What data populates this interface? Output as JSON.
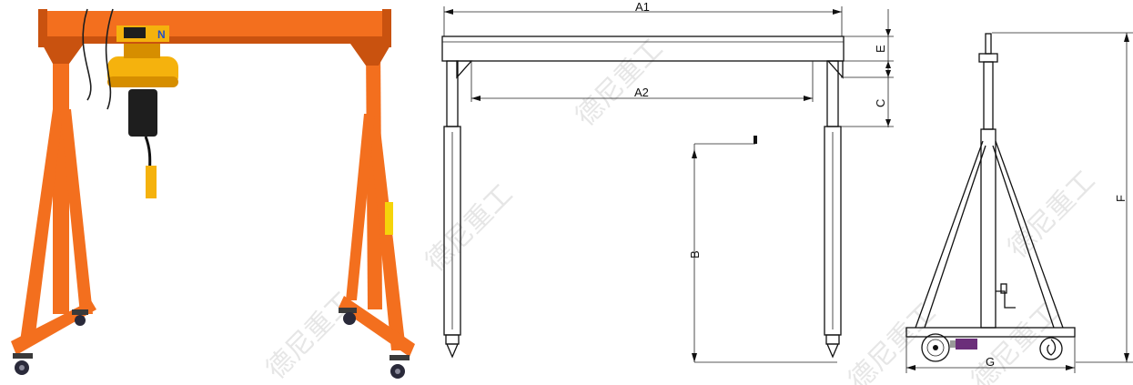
{
  "colors": {
    "frame": "#f36f1e",
    "frame_shade": "#c9520f",
    "hoist": "#f5b20d",
    "hoist_shade": "#d68e00",
    "wheel": "#2a2a3a",
    "hook_block": "#1e1e1e",
    "motor": "#6b2f7a",
    "drawing_line": "#111111",
    "watermark": "#c9c9c9"
  },
  "icons": {
    "caster_wheel": "caster-wheel-icon",
    "hook": "crane-hook-icon"
  },
  "photo": {
    "hoist_brand_fragment": "N"
  },
  "front_view": {
    "dimension_labels": {
      "overall_width": "A1",
      "inner_span": "A2",
      "lift_height": "B",
      "beam_height": "E",
      "brace_height": "C"
    }
  },
  "side_view": {
    "dimension_labels": {
      "total_height": "F",
      "base_width": "G"
    }
  },
  "watermark": {
    "text": "德尼重工"
  }
}
